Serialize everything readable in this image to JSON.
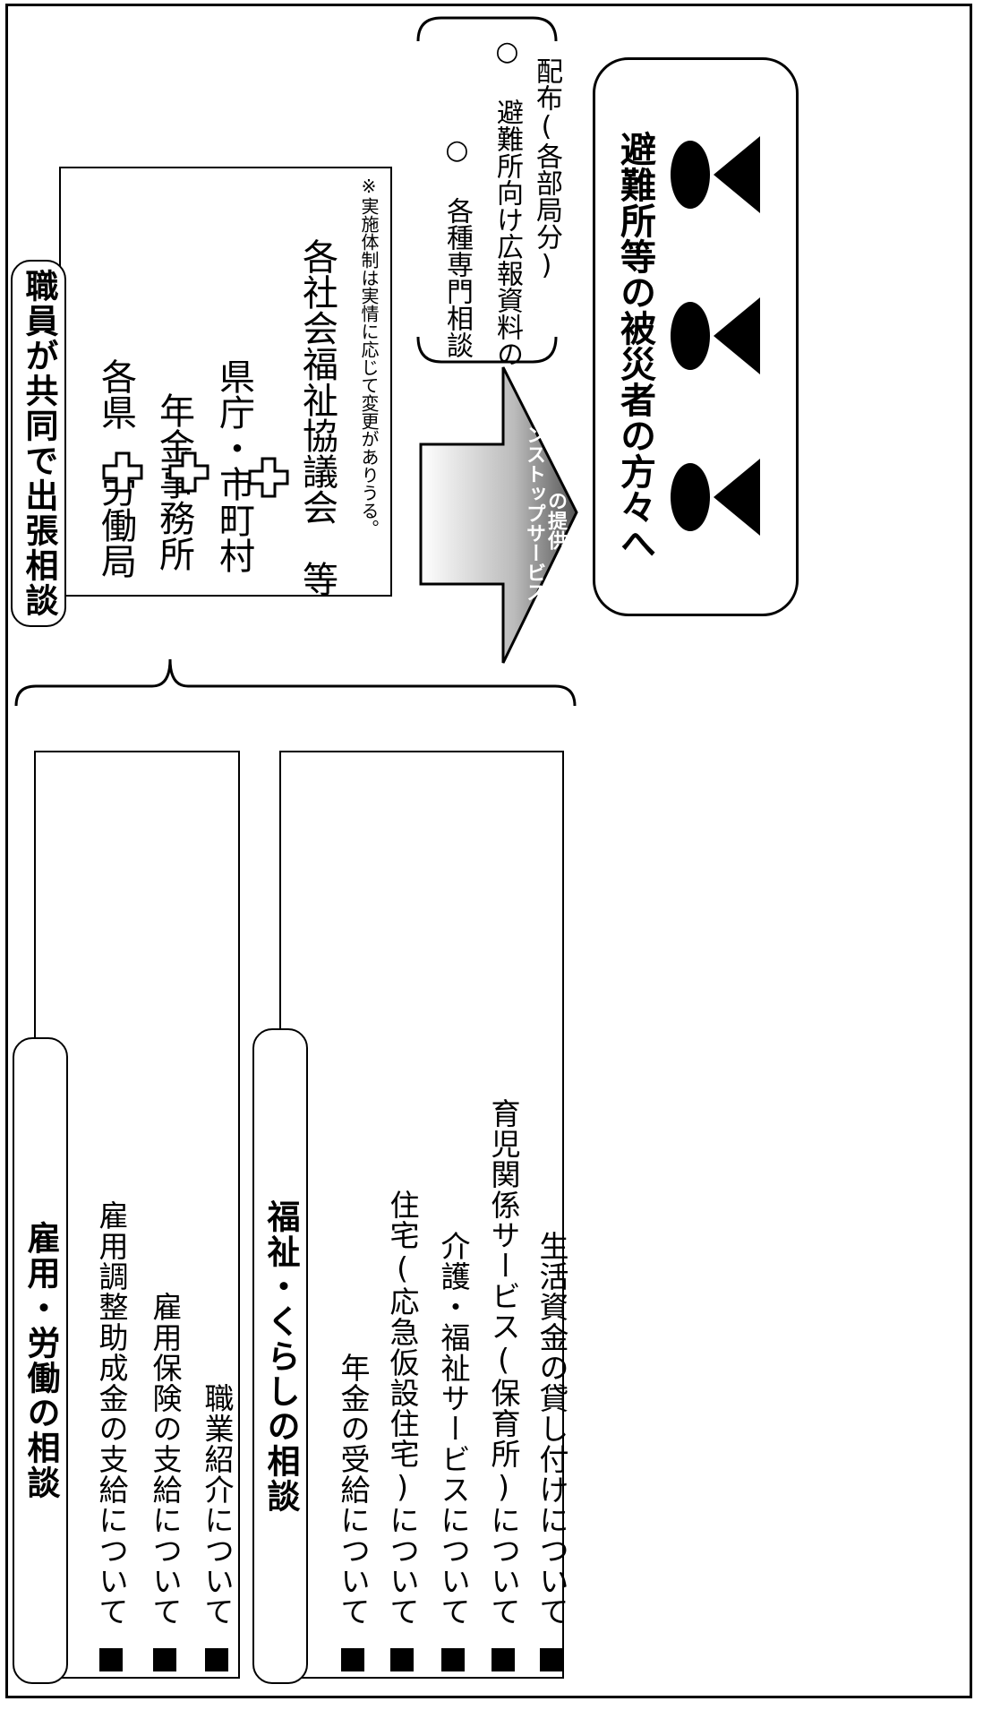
{
  "employment": {
    "title": "雇用・労働の相談",
    "items": [
      "雇用調整助成金の支給について",
      "雇用保険の支給について",
      "職業紹介について"
    ]
  },
  "welfare": {
    "title": "福祉・くらしの相談",
    "items": [
      "年金の受給について",
      "住宅(応急仮設住宅)について",
      "介護・福祉サービスについて",
      "育児関係サービス(保育所)について",
      "生活資金の貸し付けについて"
    ]
  },
  "joint": {
    "title": "職員が共同で出張相談",
    "orgs": [
      "各県 労働局",
      "年金事務所",
      "県庁・市町村",
      "各社会福祉協議会　等"
    ],
    "note": "※実施体制は実情に応じて変更がありうる。"
  },
  "arrow": {
    "label_line1": "ワンストップサービス",
    "label_line2": "の提供"
  },
  "services": {
    "items": [
      "○ 各種専門相談",
      "○ 避難所向け広報資料の",
      "配布(各部局分)"
    ]
  },
  "target": {
    "label": "避難所等の被災者の方々へ",
    "person_count": 3
  }
}
